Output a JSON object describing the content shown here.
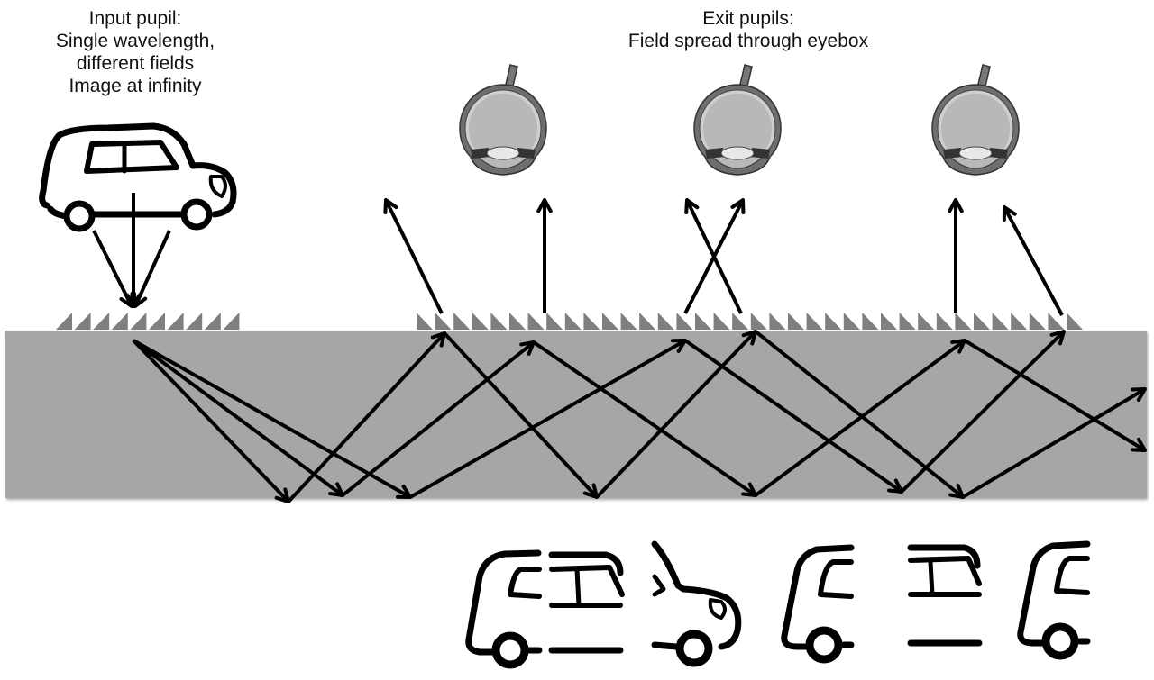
{
  "input_pupil": {
    "title": "Input pupil:",
    "lines": [
      "Single wavelength,",
      "different fields",
      "Image at infinity"
    ]
  },
  "exit_pupils": {
    "title": "Exit pupils:",
    "subtitle": "Field spread through eyebox"
  },
  "elements": {
    "source_object": "car-icon",
    "waveguide": "waveguide-slab",
    "in_coupler": "input-grating",
    "out_coupler": "output-grating",
    "viewers": [
      "eye-icon",
      "eye-icon",
      "eye-icon"
    ],
    "output_fragments": [
      "car-rear-fragment",
      "car-window-fragment",
      "car-front-fragment",
      "car-rear-fragment",
      "car-window-fragment",
      "car-rear-fragment"
    ]
  },
  "colors": {
    "waveguide": "#a6a6a6",
    "grating": "#7f7f7f",
    "ray": "#000000",
    "eye_outer": "#6e6e6e",
    "eye_inner": "#b8b8b8"
  }
}
